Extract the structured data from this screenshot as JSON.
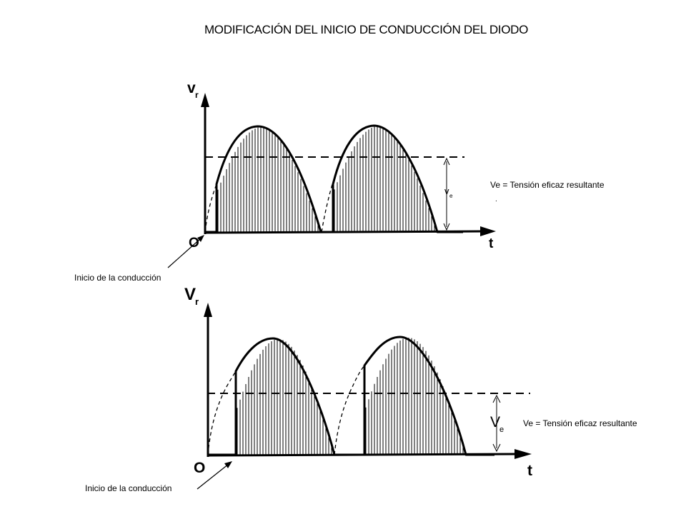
{
  "title": "MODIFICACIÓN DEL INICIO DE CONDUCCIÓN DEL DIODO",
  "top_diagram": {
    "y_axis_label": "v",
    "y_axis_sub": "r",
    "x_axis_label": "t",
    "origin_label": "O",
    "ve_label": "v",
    "ve_sub": "e",
    "legend_note": "Ve = Tensión eficaz resultante",
    "extra_mark": ".",
    "pointer_caption": "Inicio de la conducción"
  },
  "bottom_diagram": {
    "y_axis_label": "V",
    "y_axis_sub": "r",
    "x_axis_label": "t",
    "origin_label": "O",
    "ve_label": "V",
    "ve_sub": "e",
    "legend_note": "Ve = Tensión eficaz resultante",
    "pointer_caption": "Inicio de la conducción"
  },
  "colors": {
    "ink": "#000000",
    "background": "#ffffff"
  }
}
